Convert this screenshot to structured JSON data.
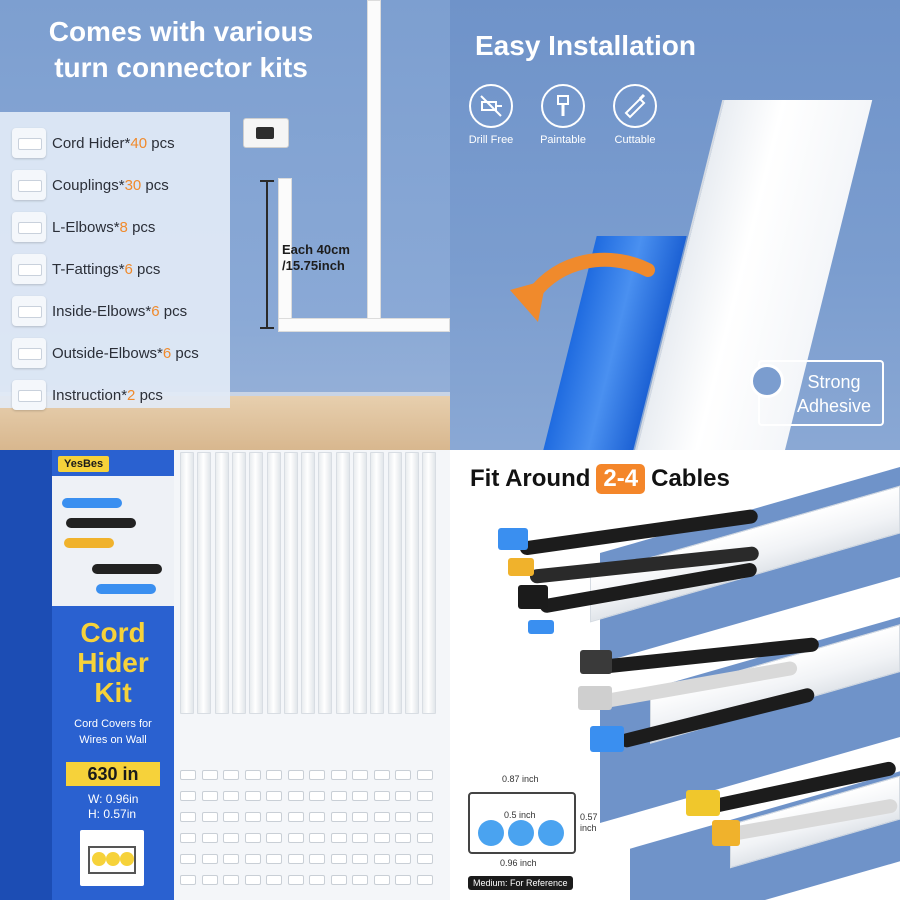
{
  "top_left": {
    "title_line1": "Comes with various",
    "title_line2": "turn connector kits",
    "items": [
      {
        "name": "Cord Hider",
        "qty": "40",
        "unit": "pcs"
      },
      {
        "name": "Couplings",
        "qty": "30",
        "unit": "pcs"
      },
      {
        "name": "L-Elbows",
        "qty": "8",
        "unit": "pcs"
      },
      {
        "name": "T-Fattings",
        "qty": "6",
        "unit": "pcs"
      },
      {
        "name": "Inside-Elbows",
        "qty": "6",
        "unit": "pcs"
      },
      {
        "name": "Outside-Elbows",
        "qty": "6",
        "unit": "pcs"
      },
      {
        "name": "Instruction",
        "qty": "2",
        "unit": "pcs"
      }
    ],
    "dimension_line1": "Each 40cm",
    "dimension_line2": "/15.75inch"
  },
  "top_right": {
    "title": "Easy Installation",
    "features": [
      {
        "label": "Drill Free",
        "icon": "drill-free-icon"
      },
      {
        "label": "Paintable",
        "icon": "paint-icon"
      },
      {
        "label": "Cuttable",
        "icon": "saw-icon"
      }
    ],
    "adhesive_line1": "Strong",
    "adhesive_line2": "Adhesive"
  },
  "bottom_left": {
    "brand": "YesBes",
    "title_line1": "Cord",
    "title_line2": "Hider",
    "title_line3": "Kit",
    "subtitle_line1": "Cord Covers for",
    "subtitle_line2": "Wires on Wall",
    "length": "630 in",
    "width": "W: 0.96in",
    "height": "H: 0.57in"
  },
  "bottom_right": {
    "title_before": "Fit Around",
    "title_badge": "2-4",
    "title_after": "Cables",
    "inner_width": "0.87 inch",
    "outer_width": "0.96 inch",
    "height": "0.57",
    "height_unit": "inch",
    "circle_size": "0.5 inch",
    "reference": "Medium: For Reference"
  },
  "colors": {
    "accent_orange": "#f08a2c",
    "brand_blue": "#2a61d0",
    "brand_yellow": "#f6d23a",
    "wall_blue": "#7d9fd0"
  }
}
